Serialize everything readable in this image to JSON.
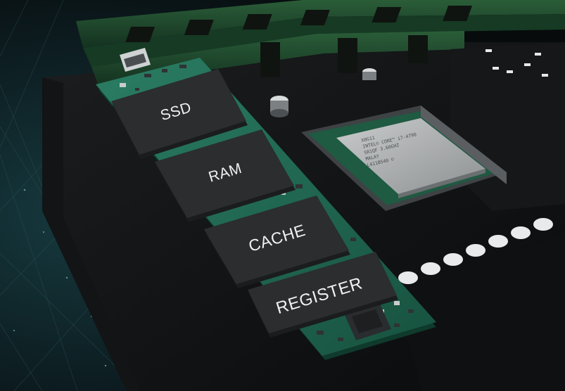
{
  "module": {
    "chips": [
      {
        "label": "SSD"
      },
      {
        "label": "RAM"
      },
      {
        "label": "CACHE"
      },
      {
        "label": "REGISTER"
      }
    ]
  },
  "cpu": {
    "lines": [
      "X0G11",
      "INTEL© CORE™ i7-4790",
      "SR1QF 3.60GHZ",
      "MALAY",
      "L411B540 ©"
    ]
  },
  "colors": {
    "background": "#0b1214",
    "pcb": "#1f6a54",
    "chip": "#2b2d2f",
    "cpu_ihs": "#a9acad",
    "ram_stick": "#1c4a2a"
  }
}
